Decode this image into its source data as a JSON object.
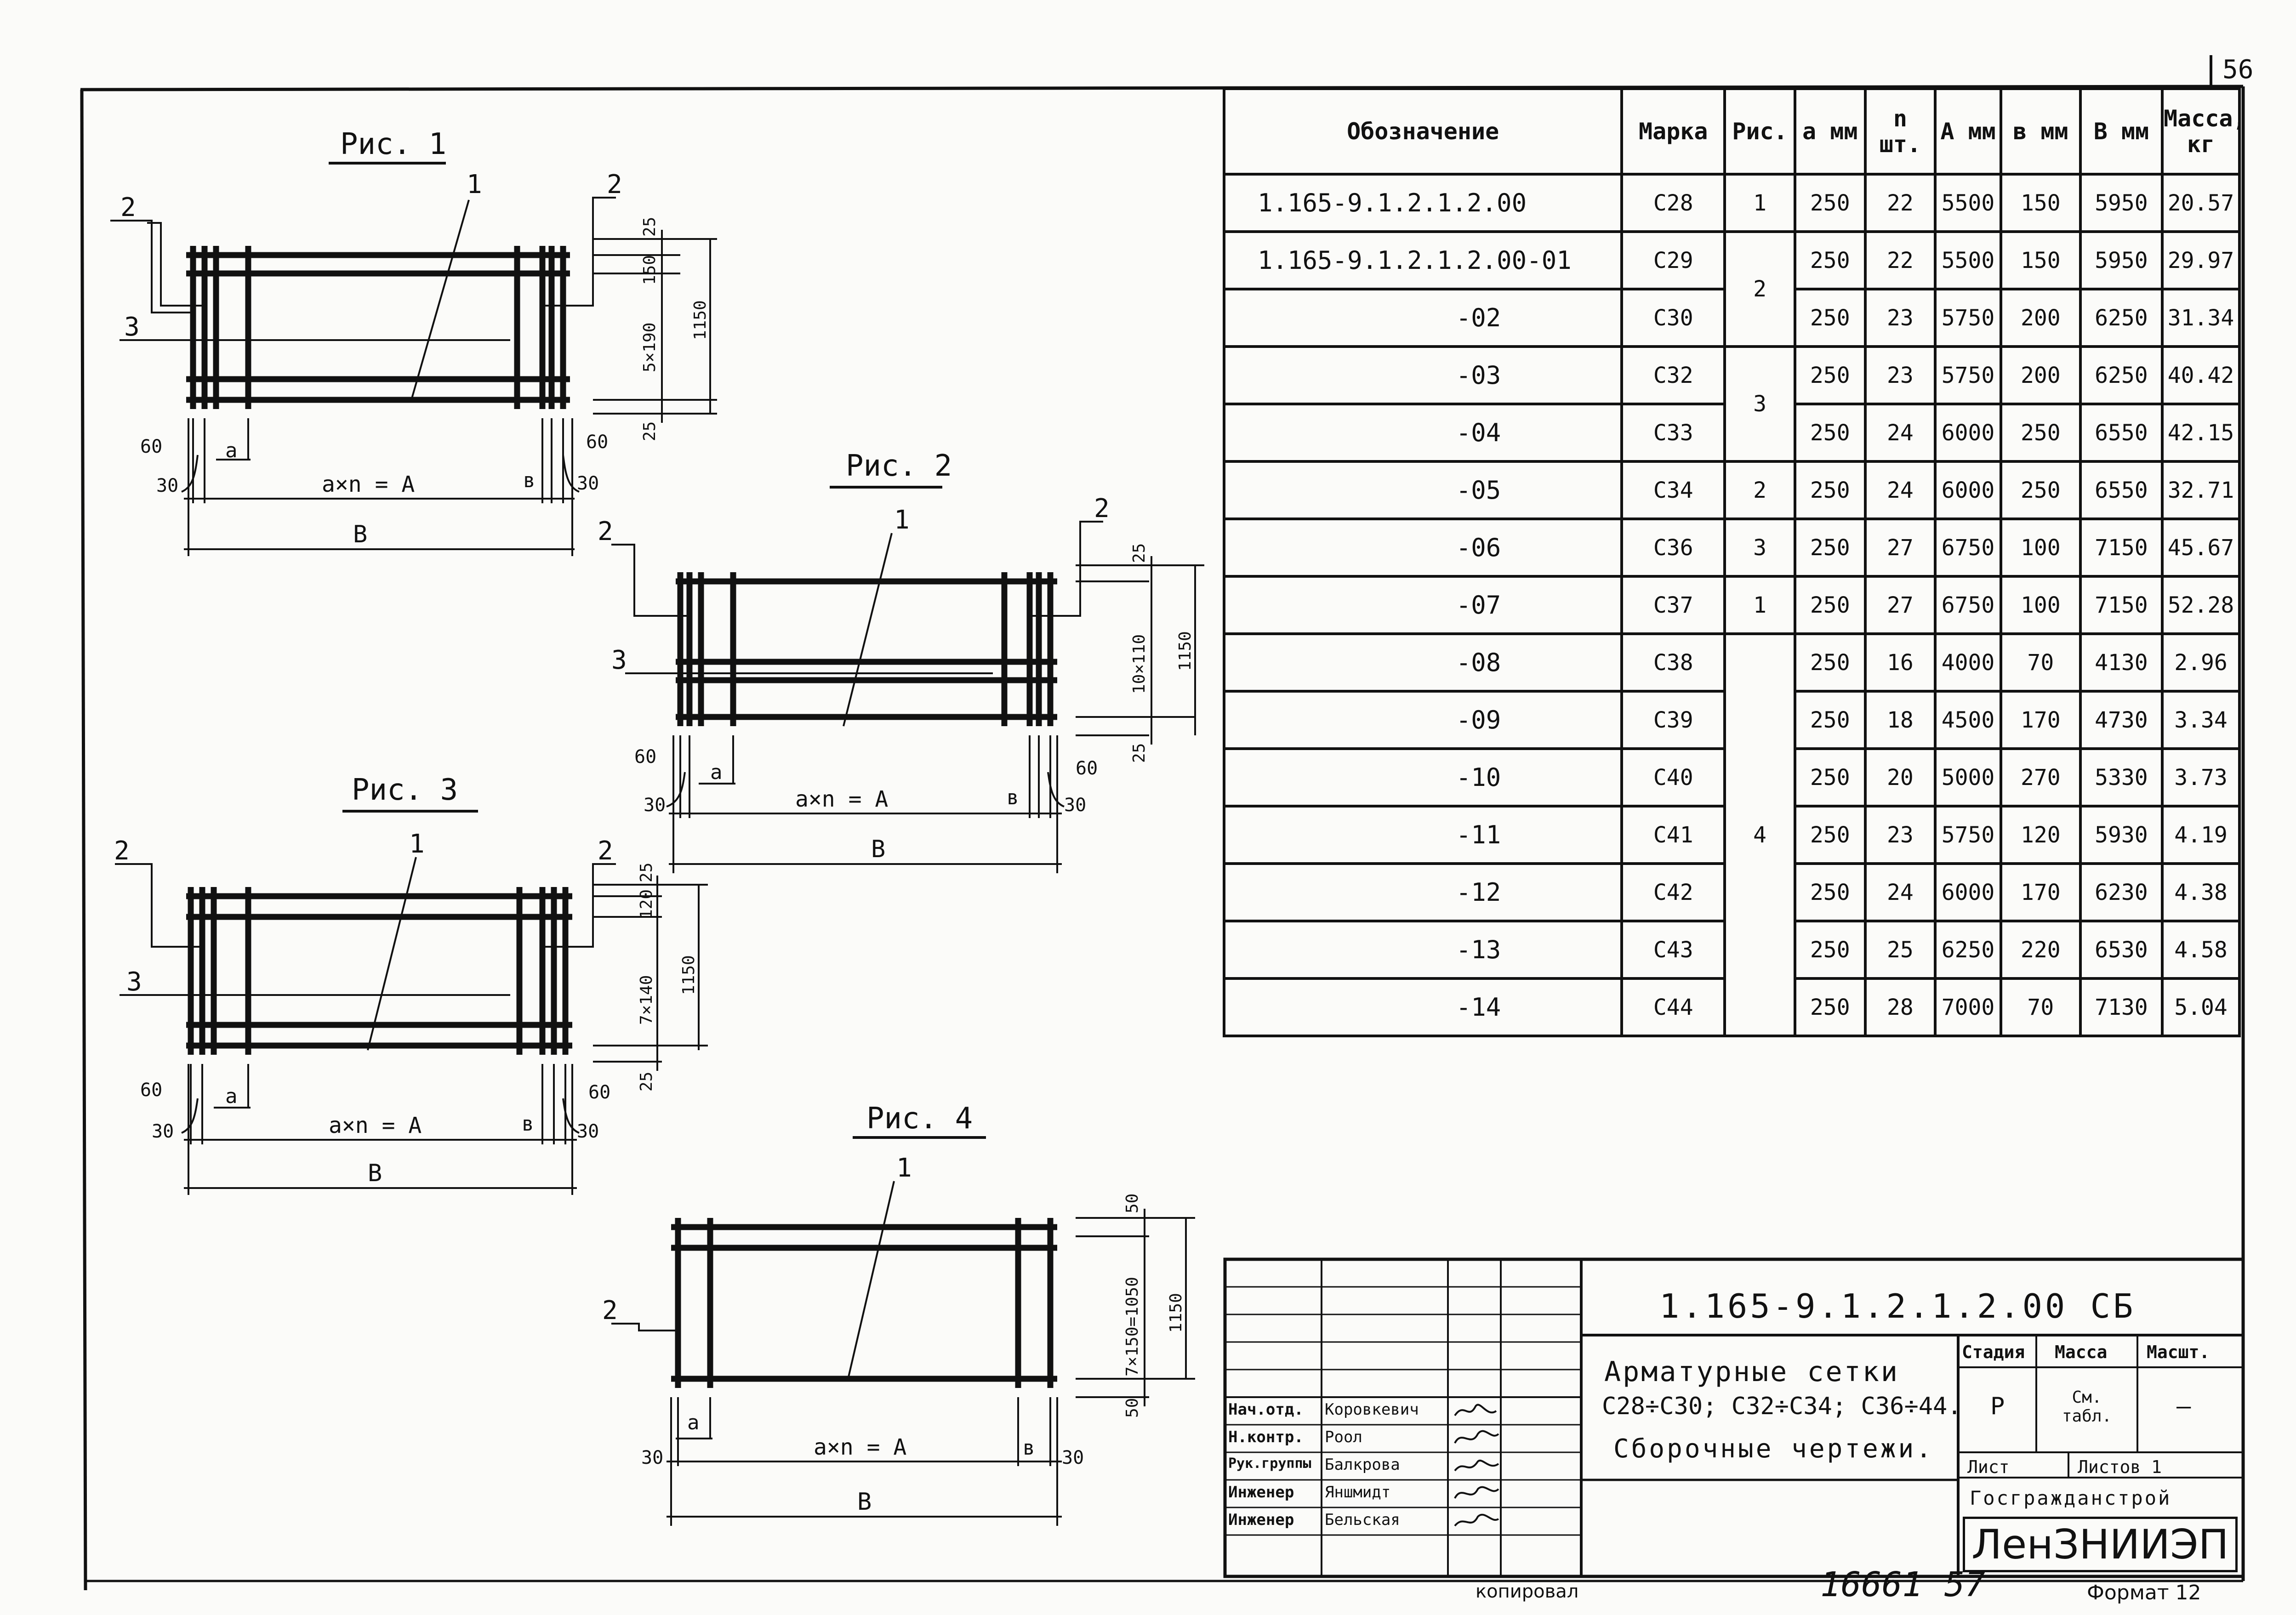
{
  "sheet": {
    "sheet_no": "56",
    "kopiroval": "копировал",
    "archive_no": "16661",
    "archive_sheet": "57",
    "format": "Формат 12"
  },
  "figures": [
    {
      "title": "Рис. 1",
      "callouts": [
        "1",
        "2",
        "2",
        "3"
      ],
      "dims": {
        "top": "25",
        "step": "150",
        "stack": "5×190",
        "total": "1150",
        "bottom": "25",
        "left60": "60",
        "left30": "30",
        "right60": "60",
        "right30": "30",
        "a": "a",
        "axn": "a×n = A",
        "b": "в",
        "B": "B"
      }
    },
    {
      "title": "Рис. 2",
      "callouts": [
        "1",
        "2",
        "2",
        "3"
      ],
      "dims": {
        "top": "25",
        "stack": "10×110",
        "total": "1150",
        "bottom": "25",
        "left60": "60",
        "left30": "30",
        "right60": "60",
        "right30": "30",
        "a": "a",
        "axn": "a×n = A",
        "b": "в",
        "B": "B"
      }
    },
    {
      "title": "Рис. 3",
      "callouts": [
        "1",
        "2",
        "2",
        "3"
      ],
      "dims": {
        "top": "25",
        "step": "120",
        "stack": "7×140",
        "total": "1150",
        "bottom": "25",
        "left60": "60",
        "left30": "30",
        "right60": "60",
        "right30": "30",
        "a": "a",
        "axn": "a×n = A",
        "b": "в",
        "B": "B"
      }
    },
    {
      "title": "Рис. 4",
      "callouts": [
        "1",
        "2"
      ],
      "dims": {
        "top": "50",
        "stack": "7×150=1050",
        "total": "1150",
        "bottom": "50",
        "left30": "30",
        "right30": "30",
        "a": "a",
        "axn": "a×n = A",
        "b": "в",
        "B": "B"
      }
    }
  ],
  "spec_table": {
    "headers": [
      "Обозначение",
      "Марка",
      "Рис.",
      "a мм",
      "n шт.",
      "A мм",
      "в мм",
      "B мм",
      "Масса, кг"
    ],
    "rows": [
      {
        "des": "1.165-9.1.2.1.2.00",
        "mark": "С28",
        "fig": "1",
        "a": "250",
        "n": "22",
        "A": "5500",
        "b": "150",
        "B": "5950",
        "mass": "20.57"
      },
      {
        "des": "1.165-9.1.2.1.2.00-01",
        "mark": "С29",
        "fig": "2",
        "a": "250",
        "n": "22",
        "A": "5500",
        "b": "150",
        "B": "5950",
        "mass": "29.97"
      },
      {
        "des": "-02",
        "mark": "С30",
        "fig": "",
        "a": "250",
        "n": "23",
        "A": "5750",
        "b": "200",
        "B": "6250",
        "mass": "31.34"
      },
      {
        "des": "-03",
        "mark": "С32",
        "fig": "3",
        "a": "250",
        "n": "23",
        "A": "5750",
        "b": "200",
        "B": "6250",
        "mass": "40.42"
      },
      {
        "des": "-04",
        "mark": "С33",
        "fig": "",
        "a": "250",
        "n": "24",
        "A": "6000",
        "b": "250",
        "B": "6550",
        "mass": "42.15"
      },
      {
        "des": "-05",
        "mark": "С34",
        "fig": "2",
        "a": "250",
        "n": "24",
        "A": "6000",
        "b": "250",
        "B": "6550",
        "mass": "32.71"
      },
      {
        "des": "-06",
        "mark": "С36",
        "fig": "3",
        "a": "250",
        "n": "27",
        "A": "6750",
        "b": "100",
        "B": "7150",
        "mass": "45.67"
      },
      {
        "des": "-07",
        "mark": "С37",
        "fig": "1",
        "a": "250",
        "n": "27",
        "A": "6750",
        "b": "100",
        "B": "7150",
        "mass": "52.28"
      },
      {
        "des": "-08",
        "mark": "С38",
        "fig": "4",
        "a": "250",
        "n": "16",
        "A": "4000",
        "b": "70",
        "B": "4130",
        "mass": "2.96"
      },
      {
        "des": "-09",
        "mark": "С39",
        "fig": "",
        "a": "250",
        "n": "18",
        "A": "4500",
        "b": "170",
        "B": "4730",
        "mass": "3.34"
      },
      {
        "des": "-10",
        "mark": "С40",
        "fig": "",
        "a": "250",
        "n": "20",
        "A": "5000",
        "b": "270",
        "B": "5330",
        "mass": "3.73"
      },
      {
        "des": "-11",
        "mark": "С41",
        "fig": "",
        "a": "250",
        "n": "23",
        "A": "5750",
        "b": "120",
        "B": "5930",
        "mass": "4.19"
      },
      {
        "des": "-12",
        "mark": "С42",
        "fig": "",
        "a": "250",
        "n": "24",
        "A": "6000",
        "b": "170",
        "B": "6230",
        "mass": "4.38"
      },
      {
        "des": "-13",
        "mark": "С43",
        "fig": "",
        "a": "250",
        "n": "25",
        "A": "6250",
        "b": "220",
        "B": "6530",
        "mass": "4.58"
      },
      {
        "des": "-14",
        "mark": "С44",
        "fig": "",
        "a": "250",
        "n": "28",
        "A": "7000",
        "b": "70",
        "B": "7130",
        "mass": "5.04"
      }
    ]
  },
  "title_block": {
    "code": "1.165-9.1.2.1.2.00 СБ",
    "name_line1": "Арматурные сетки",
    "name_line2": "С28÷С30; С32÷С34; С36÷44.",
    "name_line3": "Сборочные чертежи.",
    "stage_label": "Стадия",
    "mass_label": "Масса",
    "scale_label": "Масшт.",
    "stage_value": "Р",
    "mass_value": "См. табл.",
    "scale_value": "—",
    "sheet_label": "Лист",
    "sheets_label": "Листов 1",
    "org_small": "Госгражданстрой",
    "org_big": "ЛенЗНИИЭП",
    "signatures": [
      {
        "role": "Нач.отд.",
        "name": "Коровкевич"
      },
      {
        "role": "Н.контр.",
        "name": "Роол"
      },
      {
        "role": "Рук.группы",
        "name": "Балкрова"
      },
      {
        "role": "Инженер",
        "name": "Яншмидт"
      },
      {
        "role": "Инженер",
        "name": "Бельская"
      }
    ]
  }
}
